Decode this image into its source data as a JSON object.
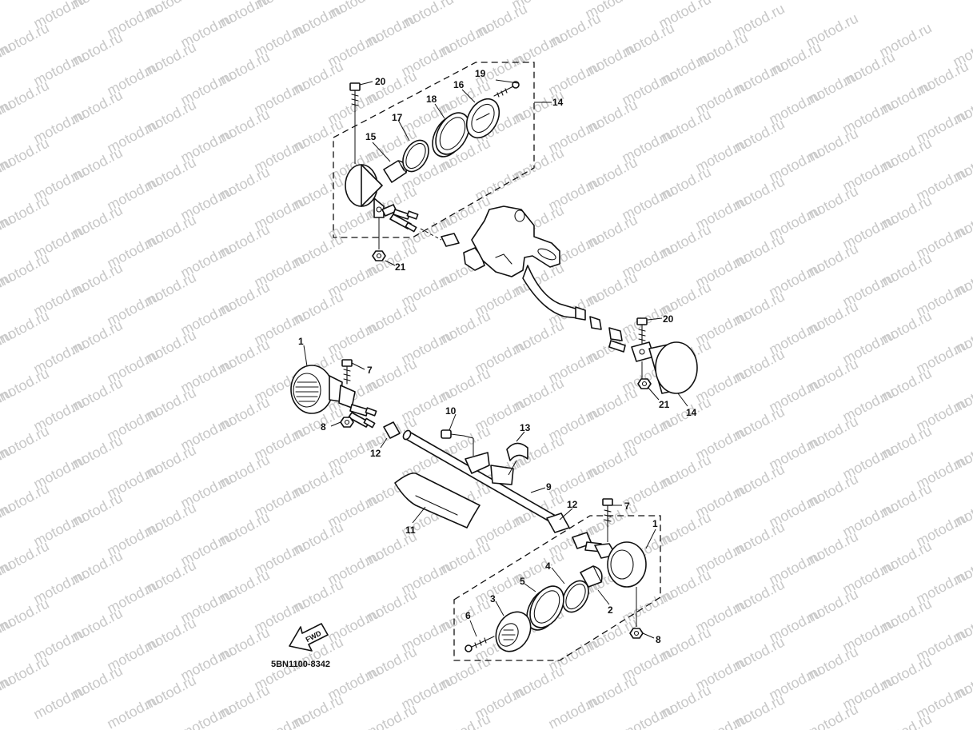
{
  "watermark": {
    "text": "motod.ru",
    "color": "#c8c8c8"
  },
  "callouts": {
    "c1a": "1",
    "c1b": "1",
    "c2": "2",
    "c3": "3",
    "c4": "4",
    "c5": "5",
    "c6": "6",
    "c7a": "7",
    "c7b": "7",
    "c8a": "8",
    "c8b": "8",
    "c9": "9",
    "c10": "10",
    "c11": "11",
    "c12a": "12",
    "c12b": "12",
    "c13": "13",
    "c14a": "14",
    "c14b": "14",
    "c15": "15",
    "c16": "16",
    "c17": "17",
    "c18": "18",
    "c19": "19",
    "c20a": "20",
    "c20b": "20",
    "c21a": "21",
    "c21b": "21"
  },
  "direction_indicator": {
    "label": "FWD",
    "icon": "fwd-arrow-icon"
  },
  "diagram_code": "5BN1100-8342",
  "colors": {
    "line": "#111111",
    "background": "#ffffff"
  }
}
